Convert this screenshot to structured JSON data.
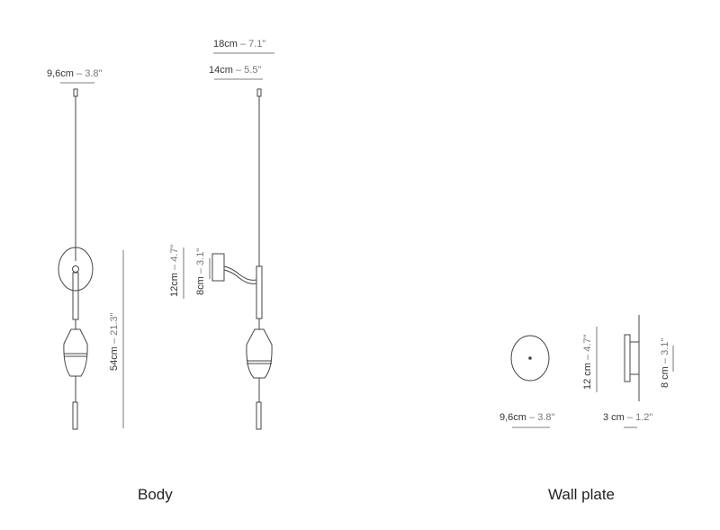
{
  "captions": {
    "body": "Body",
    "wall_plate": "Wall plate"
  },
  "dimensions": {
    "body_front_width": {
      "metric": "9,6cm",
      "imperial": "3.8\""
    },
    "body_side_outer": {
      "metric": "18cm",
      "imperial": "7.1\""
    },
    "body_side_inner": {
      "metric": "14cm",
      "imperial": "5.5\""
    },
    "body_height": {
      "metric": "54cm",
      "imperial": "21.3\""
    },
    "body_plate_height": {
      "metric": "12cm",
      "imperial": "4.7\""
    },
    "body_plate_inner": {
      "metric": "8cm",
      "imperial": "3.1\""
    },
    "plate_width": {
      "metric": "9,6cm",
      "imperial": "3.8\""
    },
    "plate_height": {
      "metric": "12 cm",
      "imperial": "4.7\""
    },
    "plate_depth": {
      "metric": "3 cm",
      "imperial": "1.2\""
    },
    "plate_inner_height": {
      "metric": "8 cm",
      "imperial": "3.1\""
    }
  },
  "separator": " – "
}
